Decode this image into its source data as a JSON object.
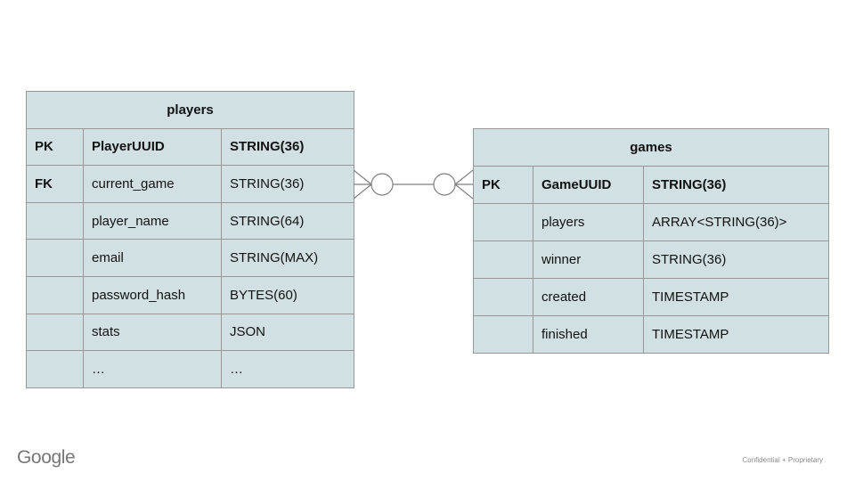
{
  "slide": {
    "logo_text": "Google",
    "footer_right": "Confidential + Proprietary"
  },
  "colors": {
    "cell_fill": "#d0e0e3",
    "table_border": "#979797",
    "connector_stroke": "#7f7f7f",
    "text": "#121212",
    "footer_text": "#8c8c8c",
    "logo_text": "#767676",
    "background": "#ffffff"
  },
  "diagram": {
    "relationship": {
      "type": "many-to-many optional (crow's foot with circles on both ends)",
      "left_symbol": "crow-foot + circle",
      "right_symbol": "circle + crow-foot"
    },
    "tables": {
      "players": {
        "title": "players",
        "rows": [
          {
            "key": "PK",
            "name": "PlayerUUID",
            "type": "STRING(36)"
          },
          {
            "key": "FK",
            "name": "current_game",
            "type": "STRING(36)"
          },
          {
            "key": "",
            "name": "player_name",
            "type": "STRING(64)"
          },
          {
            "key": "",
            "name": "email",
            "type": "STRING(MAX)"
          },
          {
            "key": "",
            "name": "password_hash",
            "type": "BYTES(60)"
          },
          {
            "key": "",
            "name": "stats",
            "type": "JSON"
          },
          {
            "key": "",
            "name": "…",
            "type": "…"
          }
        ]
      },
      "games": {
        "title": "games",
        "rows": [
          {
            "key": "PK",
            "name": "GameUUID",
            "type": "STRING(36)"
          },
          {
            "key": "",
            "name": "players",
            "type": "ARRAY<STRING(36)>"
          },
          {
            "key": "",
            "name": "winner",
            "type": "STRING(36)"
          },
          {
            "key": "",
            "name": "created",
            "type": "TIMESTAMP"
          },
          {
            "key": "",
            "name": "finished",
            "type": "TIMESTAMP"
          }
        ]
      }
    }
  }
}
